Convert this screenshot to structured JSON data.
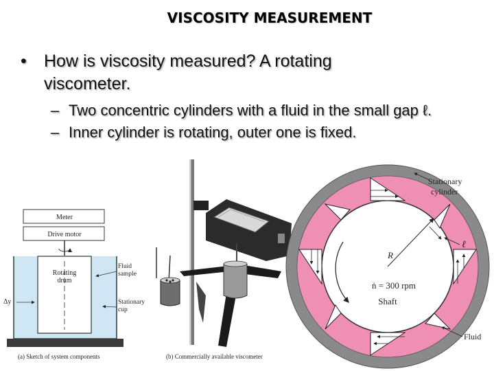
{
  "slide": {
    "title": "VISCOSITY MEASUREMENT",
    "bullet": {
      "marker": "•",
      "line1": "How is viscosity measured?  A rotating",
      "line2": "viscometer."
    },
    "subbullets": [
      {
        "dash": "–",
        "text": "Two concentric cylinders with a fluid in the small gap ℓ."
      },
      {
        "dash": "–",
        "text": "Inner cylinder is rotating, outer one is fixed."
      }
    ]
  },
  "figure_a": {
    "meter_label": "Meter",
    "motor_label": "Drive motor",
    "drum_label_1": "Rotating",
    "drum_label_2": "drum",
    "fluid_label_1": "Fluid",
    "fluid_label_2": "sample",
    "cup_label_1": "Stationary",
    "cup_label_2": "cup",
    "dy_label": "Δy",
    "caption": "(a) Sketch of system components"
  },
  "figure_b": {
    "caption": "(b) Commercially available viscometer"
  },
  "figure_c": {
    "stationary_1": "Stationary",
    "stationary_2": "cylinder",
    "gap_label": "ℓ",
    "radius_label": "R",
    "speed_label": "ṅ = 300 rpm",
    "shaft_label": "Shaft",
    "fluid_label": "Fluid",
    "colors": {
      "outer": "#8a8a8a",
      "fluid": "#ef8fb3",
      "shaft": "#ffffff"
    }
  }
}
